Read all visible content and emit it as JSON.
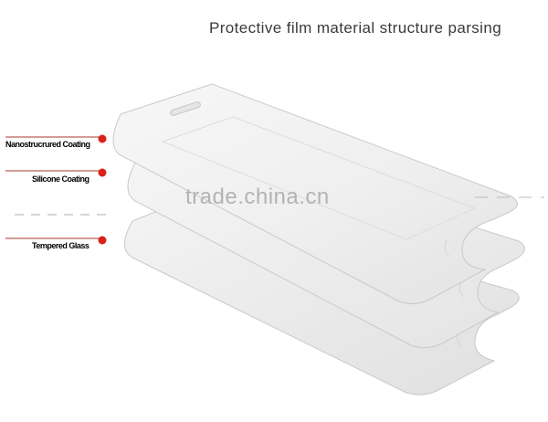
{
  "diagram": {
    "title": "Protective film material structure parsing",
    "watermark": "trade.china.cn",
    "layers": [
      {
        "label": "Nanostrucrured Coating"
      },
      {
        "label": "Silicone Coating"
      },
      {
        "label": "Tempered Glass"
      }
    ],
    "colors": {
      "marker": "#d9221a",
      "leader_line": "#a33a2c",
      "sheet_edge": "#c9c9c9",
      "title_text": "#3a3a3a",
      "watermark_text": "#b3b3b3"
    }
  }
}
